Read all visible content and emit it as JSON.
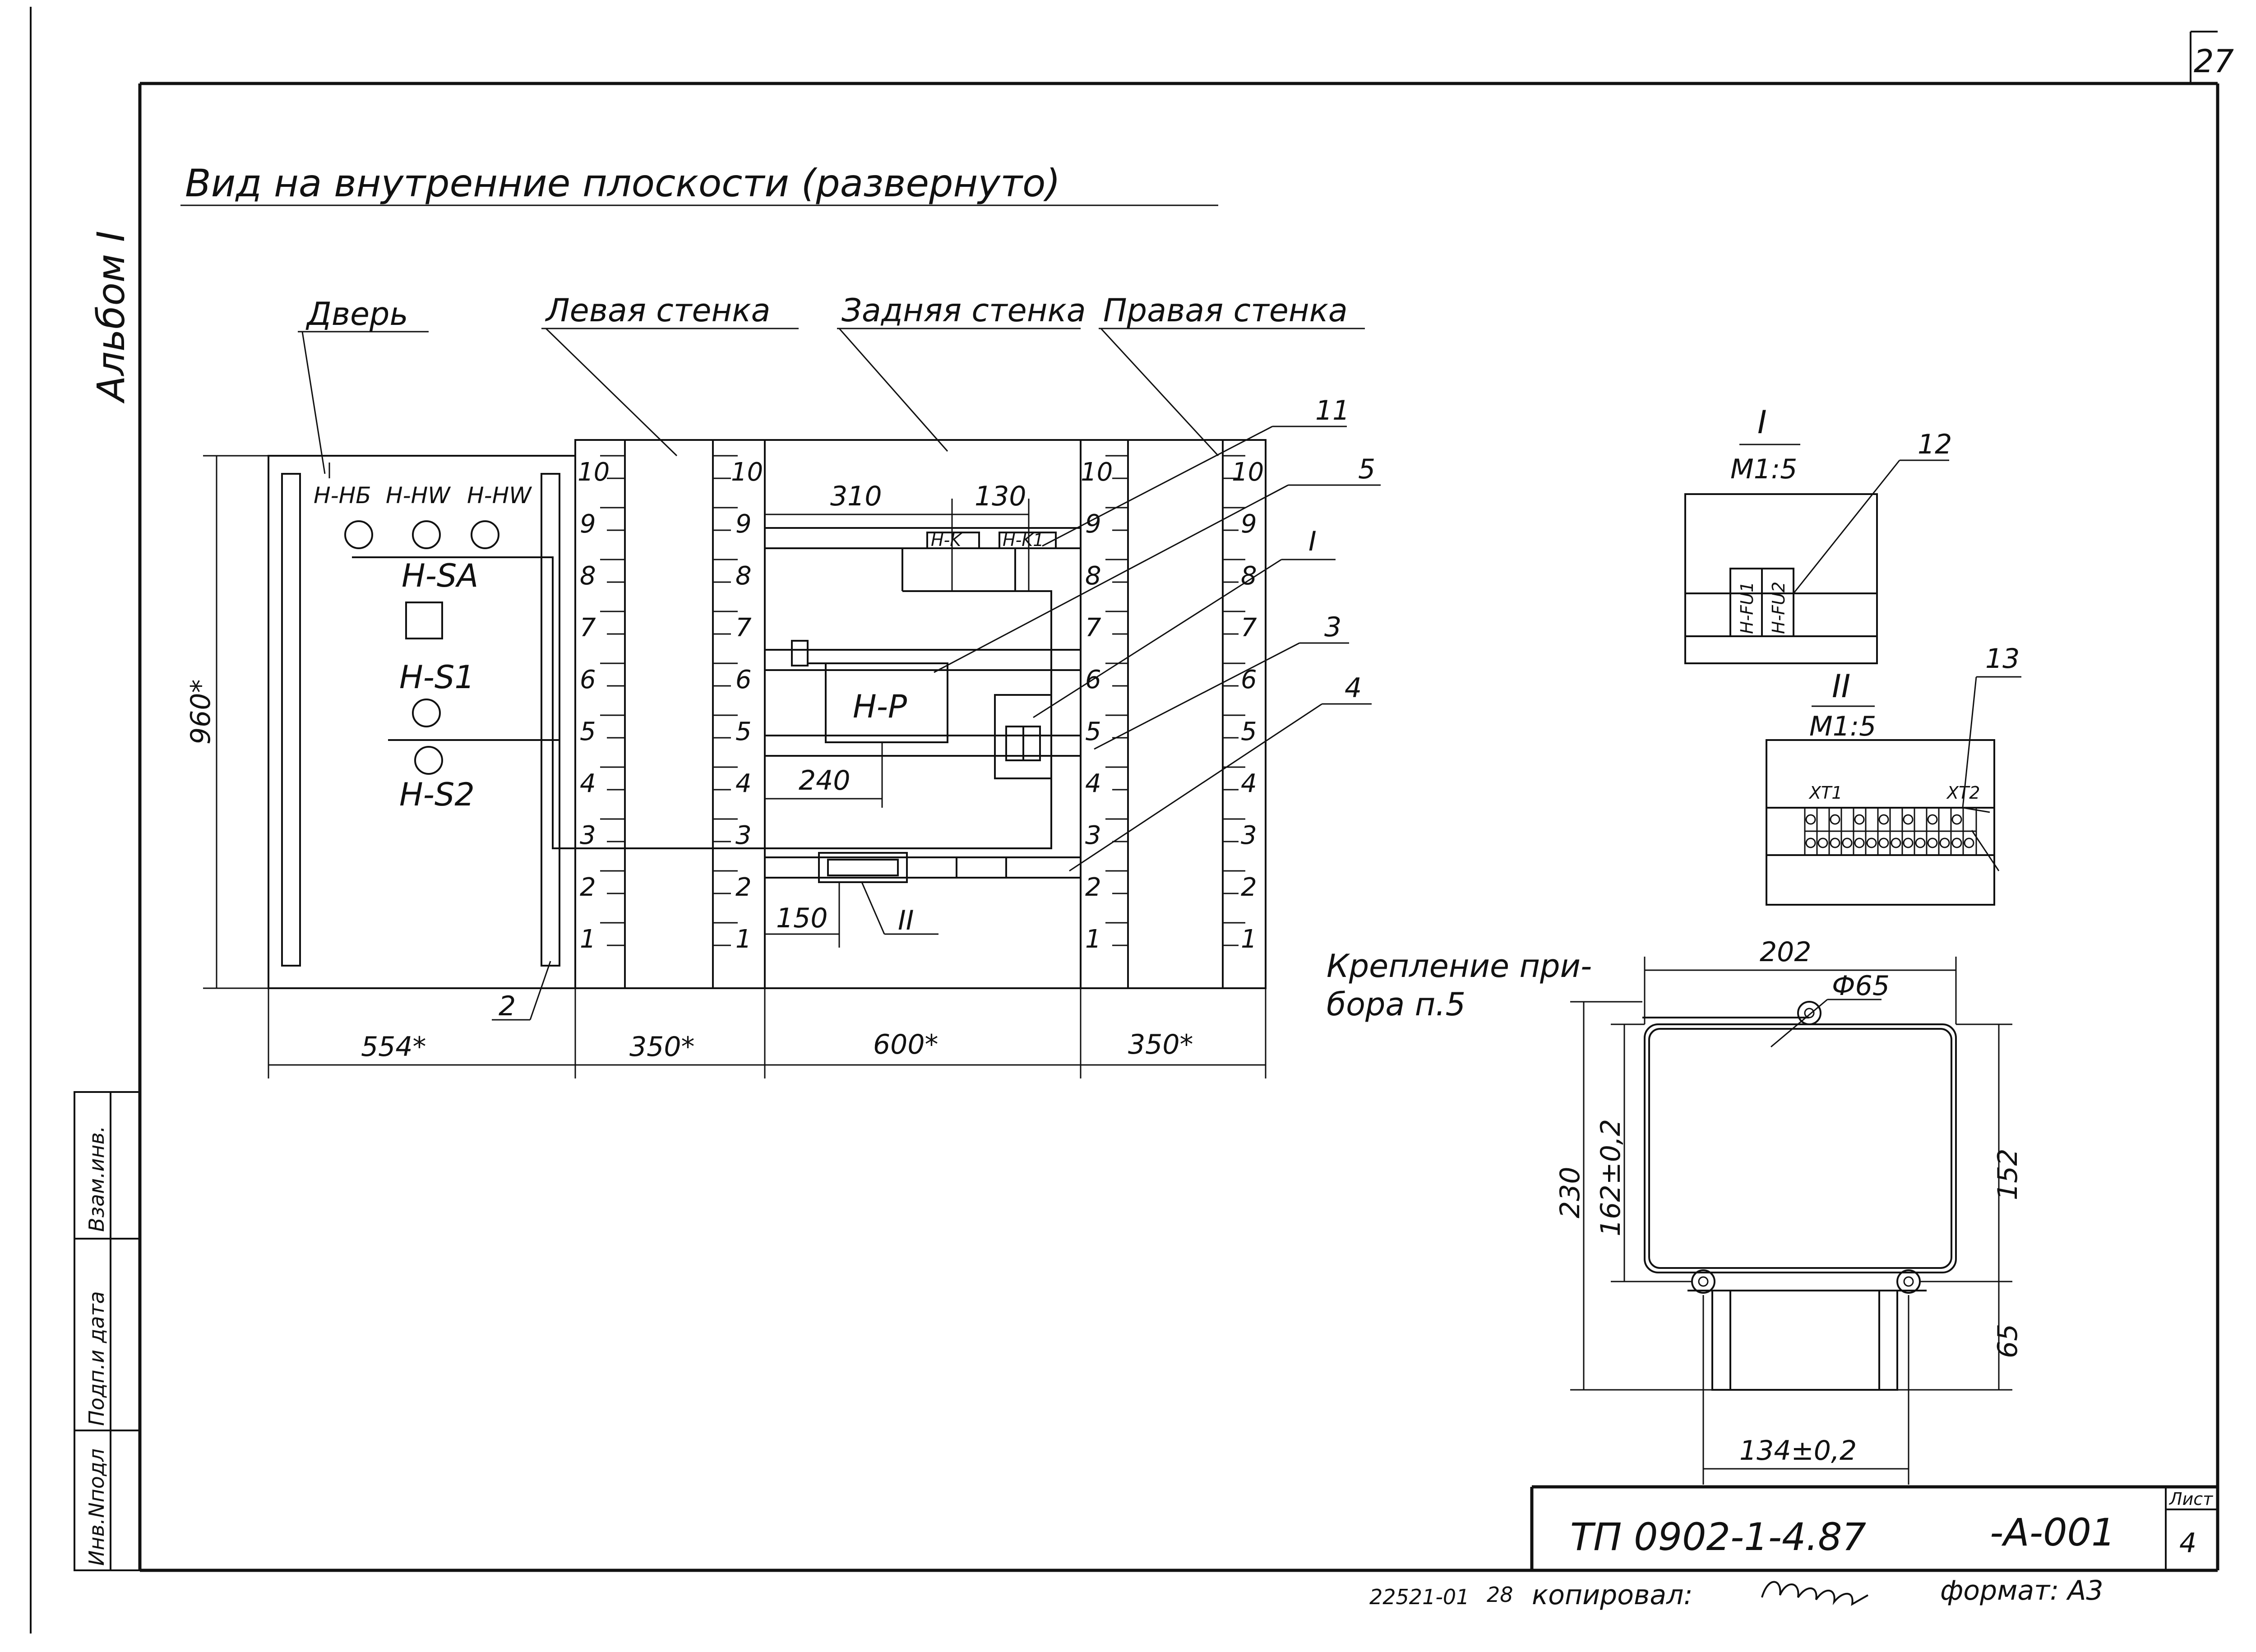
{
  "sheet": {
    "page_number": "27",
    "album_label": "Альбом I",
    "title": "Вид на внутренние плоскости (развернуто)"
  },
  "panels": {
    "door": "Дверь",
    "left_wall": "Левая стенка",
    "back_wall": "Задняя стенка",
    "right_wall": "Правая стенка"
  },
  "door_devices": {
    "hb": "H-HБ",
    "hw1": "H-HW",
    "hw2": "H-HW",
    "sa": "H-SA",
    "s1": "H-S1",
    "s2": "H-S2"
  },
  "back_devices": {
    "relay": "H-P",
    "k": "H-K",
    "k1": "H-K1"
  },
  "ruler_marks": [
    "1",
    "2",
    "3",
    "4",
    "5",
    "6",
    "7",
    "8",
    "9",
    "10"
  ],
  "dimensions": {
    "height": "960*",
    "door_width": "554*",
    "left_width": "350*",
    "back_width": "600*",
    "right_width": "350*",
    "d310": "310",
    "d130": "130",
    "d240": "240",
    "d150": "150"
  },
  "callouts": {
    "c2": "2",
    "c3": "3",
    "c4": "4",
    "c5": "5",
    "c11": "11",
    "c12": "12",
    "c13": "13",
    "view1": "I",
    "view2": "II"
  },
  "detail_views": {
    "view1_label": "I",
    "view1_scale": "М1:5",
    "fuse1": "H-FU1",
    "fuse2": "H-FU2",
    "view2_label": "II",
    "view2_scale": "М1:5",
    "xt1": "XT1",
    "xt2": "XT2"
  },
  "mount_detail": {
    "caption_line1": "Крепление при-",
    "caption_line2": "бора п.5",
    "width": "202",
    "hole": "Ф65",
    "height_total": "230",
    "height_body": "162±0,2",
    "right_upper": "152",
    "right_lower": "65",
    "base_width": "134±0,2"
  },
  "side_table": [
    "Инв.Nподл",
    "Подп.и дата",
    "Взам.инв."
  ],
  "title_block": {
    "code": "ТП 0902-1-4.87",
    "suffix": "-А-001",
    "sheet_header": "Лист",
    "sheet_number": "4"
  },
  "footer": {
    "order": "22521-01",
    "num": "28",
    "copied": "копировал:",
    "format": "формат: А3"
  }
}
